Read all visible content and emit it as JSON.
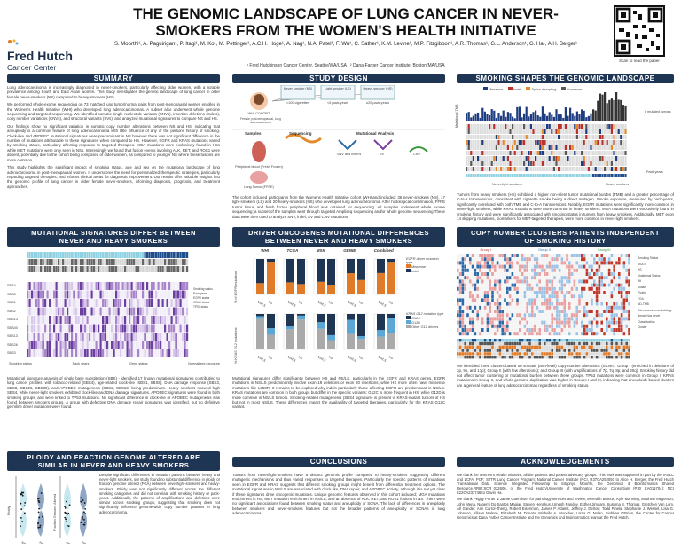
{
  "title": "THE GENOMIC LANDSCAPE OF LUNG CANCER IN NEVER-SMOKERS FROM THE WOMEN'S HEALTH INITIATIVE",
  "authors": "S. Moorthi¹, A. Paguirigan¹, P. Itagi¹, M. Ko¹, M. Pettinger¹, A.C.H. Hoge¹, A. Nag¹, N.A. Patel¹, F. Wu¹, C. Sather¹, K.M. Levine¹, M.P. Fitzgibbon¹, A.R. Thomas¹, G.L. Anderson¹, G. Ha¹, A.H. Berger¹",
  "affiliations": "¹ Fred Hutchinson Cancer Center, Seattle/WA/USA , ² Dana-Farber Cancer Institute, Boston/MA/USA",
  "logo": {
    "line1": "Fred Hutch",
    "line2": "Cancer Center"
  },
  "qr_caption": "Scan to read the paper",
  "sections": {
    "summary": "SUMMARY",
    "study_design": "STUDY DESIGN",
    "smoking": "SMOKING SHAPES THE GENOMIC LANDSCAPE",
    "signatures": "MUTATIONAL SIGNATURES DIFFER BETWEEN NEVER AND HEAVY SMOKERS",
    "drivers": "DRIVER ONCOGENES MUTATIONAL DIFFERENCES BETWEEN NEVER AND HEAVY SMOKERS",
    "cn_clusters": "COPY NUMBER CLUSTERS PATIENTS INDEPENDENT OF SMOKING HISTORY",
    "ploidy": "PLOIDY AND FRACTION GENOME ALTERED ARE SIMILAR IN NEVER AND HEAVY SMOKERS",
    "conclusions": "CONCLUSIONS",
    "acknowledgements": "ACKNOWLEDGEMENTS"
  },
  "summary_p1": "Lung adenocarcinoma is increasingly diagnosed in never-smokers, particularly affecting older women, with a notable prevalence among South and East Asian women. This study investigates the genetic landscape of lung cancer in older female never-smokers (NS) compared to heavy-smokers (HS).",
  "summary_p2": "We performed whole-exome sequencing on 73 matched lung tumor/normal pairs from post-menopausal women enrolled in the Women's Health Initiative (WHI) who developed lung adenocarcinomas. A subset also underwent whole genome sequencing and targeted sequencing. We identified somatic single nucleotide variants (SNVs), insertion-deletions (indels), copy number variations (CNVs), and structural variants (SVs), and analyzed mutational signatures to compare NS and HS.",
  "summary_p3": "Our findings show no significant variation in somatic copy number alterations between NS and HS, indicating that aneuploidy is a common feature of lung adenocarcinoma with little influence of any of the persons history of smoking. Clock-like and APOBEC mutational signatures were predominant in NS however there was not significant difference in the number of mutations attributable to these signatures when compared to HS. However, EGFR and KRAS mutations varied by smoking status, particularly affecting response to targeted therapies. MGA mutations were exclusively found in HSs while MET mutations were only seen in NSs. Interestingly we found that fusion events involving ALK, RET, and ROS1 were absent, potentially due to the cohort being composed of older women, as compared to younger NS where these fusions are more common.",
  "summary_p4": "This study highlights the significant impact of smoking status, age and sex on the mutational landscape of lung adenocarcinoma in post-menopausal women. It underscores the need for personalized therapeutic strategies, particularly regarding targeted therapies, and informs clinical areas for diagnostic improvement. Our results offer valuable insights into the genomic profile of lung cancer in older female never-smokers, informing diagnosis, prognosis, and treatment approaches.",
  "design": {
    "cohort_label": "WHI COHORT",
    "cohort_sub": "Female, post-menopausal, Lung adenocarcinoma",
    "groups": [
      {
        "name": "Never smoker (NS)",
        "n": "<100 cigarettes"
      },
      {
        "name": "Light smoker (LS)",
        "n": "<5 pack-years"
      },
      {
        "name": "Heavy smoker (HS)",
        "n": "≥20 pack-years"
      }
    ],
    "samples": "Samples",
    "sequencing": "Sequencing",
    "analysis": "Mutational Analysis",
    "blood": "Peripheral blood (Fresh Frozen)",
    "tumor": "Lung Tumor (FFPE)",
    "snv": "SNV and Indel's",
    "sv": "SV",
    "cnv": "CNV",
    "text": "The cohort included participants from the Womens Health Initiative cohort (WHI)and included: 36 never-smokers (NS), 17 light-smokers (LS) and 20 heavy-smokers (HS) who developed lung adenocarcinoma. After histological confirmation, FFPE tumor tissue and fresh frozen peripheral blood was obtained for sequencing. All samples underwent whole exome sequencing; a subset of the samples went through targeted Ampliseq sequencing and/or whole genome sequencing These data were then used to analyze SNV, indel, SV and CNV mutations."
  },
  "smoking_panel": {
    "legend": [
      "Missense",
      "Indel",
      "Splice disrupting",
      "Nonsense"
    ],
    "ylabel": "Mutational TMB",
    "side_label": "# mutated tumors",
    "genes": [
      "EGFR",
      "KRAS",
      "MET",
      "SMARCA4",
      "RBM10",
      "KEAP1",
      "TP53",
      "STK11",
      "MGA"
    ],
    "x_never": "Never-light smokers",
    "x_heavy": "Heavy smokers",
    "pack_years": "Pack years",
    "text": "Tumors from heavy smokers (HS) exhibited a higher non-silent tumor mutational burden (TMB) and a greater percentage of C-to-A transversions, consistent with cigarette smoke being a direct mutagen. Smoke exposure, measured by pack-years, significantly correlated with both TMB and C-to-A transversions. Notably, EGFR mutations were significantly more common in never-light smokers, while KRAS mutations were more common in heavy smokers. MGA mutations were exclusively found in smoking history and were significantly associated with smoking status in tumors from heavy smokers. Additionally, MET exon 14 skipping mutations, biomarkers for MET-targeted therapies, were more common in never-light smokers."
  },
  "signatures_panel": {
    "sig_rows": [
      "SBS4",
      "SBS5",
      "SBS1",
      "SBS2",
      "SBS13",
      "SBS40",
      "SBS13",
      "SBS26",
      "SBS3"
    ],
    "legend_right": [
      "Smoking status",
      "Pack years",
      "EGFR status",
      "KRAS status",
      "TP53 status"
    ],
    "bottom_legends": [
      "Smoking status",
      "Pack years",
      "Gene status",
      "Normalized exposure"
    ],
    "text": "Mutational signature analysis of single base substitution (SBS) - identified 17 known mutational signatures contributing to lung cancer profiles, with tobacco-related (SBS4), age-related clock-like (SBS1, SBS5), DNA damage response (SBS3, SBS8, SBS26, SBS30), and APOBEC mutagenesis (SBS2, SBS13) being predominant. Heavy smokers showed high SBS4, while never-light smokers exhibited clock-like and DNA damage signatures. APOBEC signatures were found in both smoking groups, and were linked to TP53 mutations. No significant difference in clock-like or APOBEC mutagenesis was found between smokers groups. A group with defective DNA damage repair signatures was identified, but no definitive germline driver mutations were found."
  },
  "drivers_panel": {
    "cols": [
      "WHI",
      "TCGA",
      "MSK",
      "GENIE",
      "Combined"
    ],
    "row1_ylabel": "% of EGFR mutations",
    "row2_ylabel": "% KRAS G12 mutations",
    "egfr_legend_title": "EGFR driver mutation type",
    "egfr_legend": [
      "Missense",
      "Indel"
    ],
    "kras_legend_title": "KRAS G12 mutation type",
    "kras_legend": [
      "G12C",
      "G12D",
      "Other G12 drivers"
    ],
    "xcats": [
      "NS/LS",
      "HS"
    ],
    "text": "Mutational signatures differ significantly between HS and NS/LS, particularly in the EGFR and KRAS genes. EGFR mutations in NS/LS predominantly involve exon 19 deletions or exon 20 insertions, while HS more often have missense mutations like L858R. It remains to be explored why indels particularly those affecting EGFR are predominant in NS/LS. KRAS mutations are common in both groups but differ in the specific variants: G12C is more frequent in HS, while G12D is more common in NS/LS tumors. Smoking-related mutagenesis (SBS4 signature) is present in KRAS-mutant tumors of HS but not in most NS/LS. These differences impact the availability of targeted therapies, particularly for the KRAS G12C variant."
  },
  "cn_panel": {
    "groups": [
      "Group I",
      "Group II",
      "Group III"
    ],
    "legend": [
      "Smoking Status",
      "NS/LS",
      "HS",
      "Mutational Status",
      "Wt",
      "Mutant",
      "Ploidy",
      "FGA",
      "ND-TMB",
      "Adenocarcinoma histology",
      "Breast Nos Level",
      "Classification",
      "Cluster"
    ],
    "text": "We identified three clusters based on somatic (arm-level) copy number alterations (SCNA). Group I (enriched in deletions of 3p, 9p, and 17p); Group II (with few alterations); and Group III (with amplifications of 7p, 7q, 8p, and 20q). Smoking history did not affect tumor clustering or mutational burden between these groups. TP53 mutations were common in Group I, KRAS mutations in Group II, and whole genome duplication was higher in Groups I and III, indicating that aneuploidy-based clusters are a general feature of lung adenocarcinomas regardless of smoking status."
  },
  "ploidy_panel": {
    "ylab1": "Ploidy",
    "ylab2": "Fraction Genome Altered",
    "xcats": [
      "NS/LS",
      "HS"
    ],
    "text": "Despite significant differences in mutation patterns between heavy and never-light smokers, our study found no substantial difference in ploidy or fraction genome altered (FGA) between never/light-smokers and heavy-smokers. Ploidy was not significantly different across the different smoking categories and did not correlate with smoking history or pack-years. Additionally, the patterns of amplifications and deletions were similar across smoking groups, suggesting that smoking does not significantly influence genome-wide copy number patterns in lung adenocarcinoma."
  },
  "conclusions_text": "Tumors from never/light-smokers have a distinct genomic profile compared to heavy-smokers suggesting different mutagenic mechanisms and thus varied responses to targeted therapies. Particularly the specific patterns of mutations seen in EGFR and KRAS suggests that different smoking groups might benefit from differential treatment options. The mutational signatures in NS/LS are associated with clock like, DNA repair, and APOBEC activity, although it is not yet clear if these signatures drive oncogenic mutations. Unique genomic features observed in this cohort included; MGA mutations enrichment in HS, MET mutation enrichment in NS/LS, and an absence of ALK, RET, and ROS1 fusions in NS. There were no significant associations found between smoking status and aneuploidy or SCNA. The lack of differences in aneuploidy between smokers and never-smokers features but not the broader patterns of aneuploidy or SCNAs in lung adenocarcinoma.",
  "ack_p1": "We thank the Women's Health Initiative, all the patients and patient advocacy groups. This work was supported in part by the IASLC and LCFA; PCF; STTR Lung Cancer Program; National Cancer Institute (NCI, R37CA252050 to Alice H. Berger; the Fred Hutch Translational Data Science Integrated Fellowship to Sitapriya Moorthi, the Genomics & Bioinformatics Shared Resource,RRID:SCR_022606, of the Fred Hutch/University of Washington Cancer Consortium (P30 CA015704); NCI K22CA237746 to Gavin Ha.",
  "ack_p2": "We thank Peggy Porter & Jamie Guenthoer for pathology services and review, Meredith Bemus, Kyle Manning, Matthew Megerson, John Mena, Naoemi Do Santos Magiar, Steven Henrikus, Umesh Pandey, Esther Jimgam, Sushma S. Thomas, Gretchen Van Lom, Atl Gander, Ann Carrol-Zheng, Robert Eisenman, James P Adams, Jeffrey J. Delrow, Todd Pinela, Stephanie J. Wessel, Lisa G. Johnson, Allison Malson, Elizabeth M. Donato, Michelle A. Muncher, Lorna G. Nolan, Siobhan O'Brian, the Center for Cancer Genomics at Dana Farber Cancer Institute and the Genomics and Bioinformatics team at the Fred Hutch.",
  "colors": {
    "navy": "#1f3554",
    "missense": "#1e3c80",
    "indel": "#b8322b",
    "splice": "#e58a2b",
    "nonsense": "#5a5a5a",
    "ns": "#8fd1e0",
    "hs": "#1f4e8c",
    "purple": "#6b3fa0",
    "orange": "#e07b2a"
  }
}
